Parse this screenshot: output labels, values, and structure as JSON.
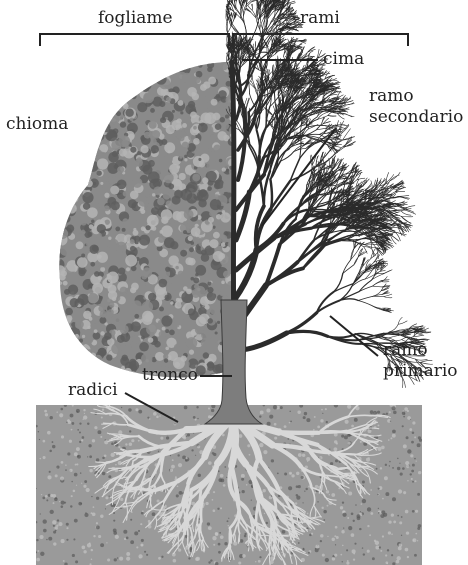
{
  "labels": {
    "foliage": "fogliame",
    "branches": "rami",
    "top": "cima",
    "crown": "chioma",
    "secondary_branch": [
      "ramo",
      "secondario"
    ],
    "primary_branch": [
      "ramo",
      "primario"
    ],
    "trunk": "tronco",
    "roots": "radici"
  },
  "colors": {
    "foliage": "#8a8a8a",
    "foliage_dark": "#5e5e5e",
    "foliage_light": "#b4b4b4",
    "wood": "#2b2b2b",
    "trunk": "#7d7d7d",
    "soil": "#9a9a9a",
    "soil_dark": "#5a5a5a",
    "roots": "#d8d8d8",
    "line": "#222222"
  }
}
